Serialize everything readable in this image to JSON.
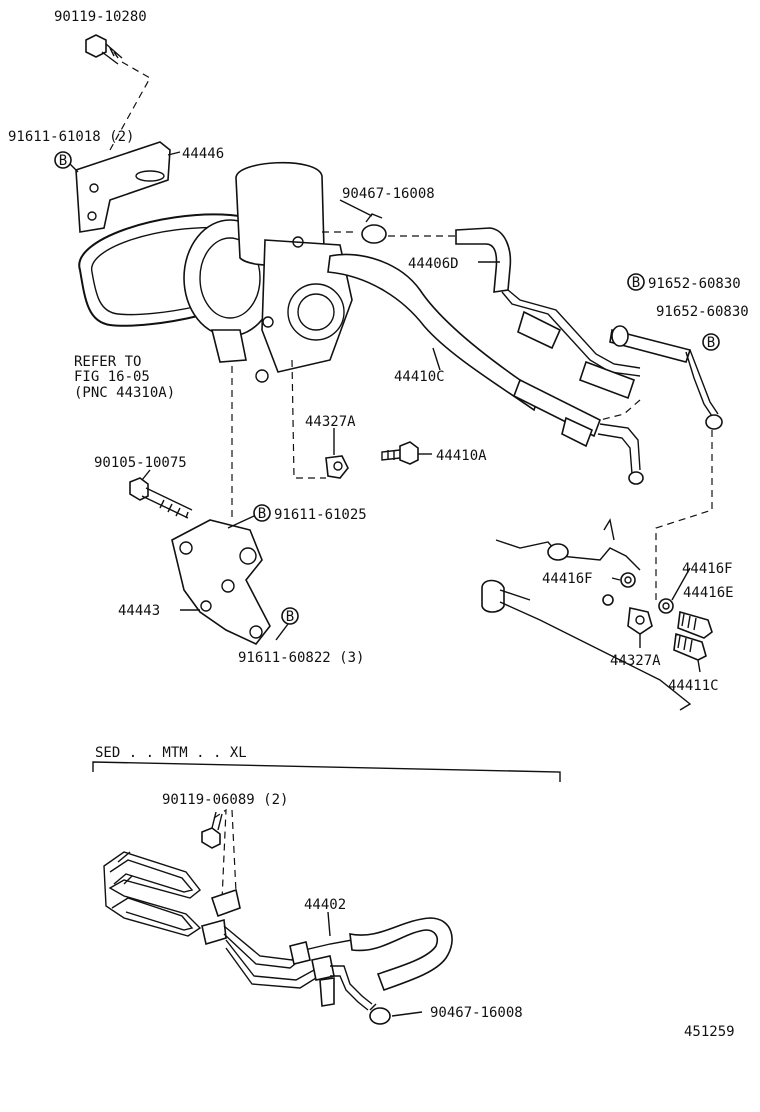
{
  "labels": {
    "bolt_top": "90119-10280",
    "nut_bracket": "91611-61018 (2)",
    "bracket_top": "44446",
    "clamp_top": "90467-16008",
    "hose_return": "44406D",
    "bolt_right1": "91652-60830",
    "bolt_right2": "91652-60830",
    "refer_line1": "REFER TO",
    "refer_line2": "FIG 16-05",
    "refer_line3": "(PNC 44310A)",
    "pressure_hose": "44410C",
    "clamp_mid": "44327A",
    "union_bolt": "44410A",
    "bolt_left": "90105-10075",
    "nut_mid": "91611-61025",
    "gasket_mid": "44416F",
    "gasket_right": "44416F",
    "bolt_444416e": "44416E",
    "clamp_lower": "44327A",
    "bolt_44411c": "44411C",
    "bracket_lower": "44443",
    "nut_lower": "91611-60822 (3)",
    "section_title": "SED . . MTM . . XL",
    "bolt_cooler": "90119-06089 (2)",
    "cooler": "44402",
    "clamp_bottom": "90467-16008",
    "figure_number": "451259"
  },
  "badge_letter": "B"
}
